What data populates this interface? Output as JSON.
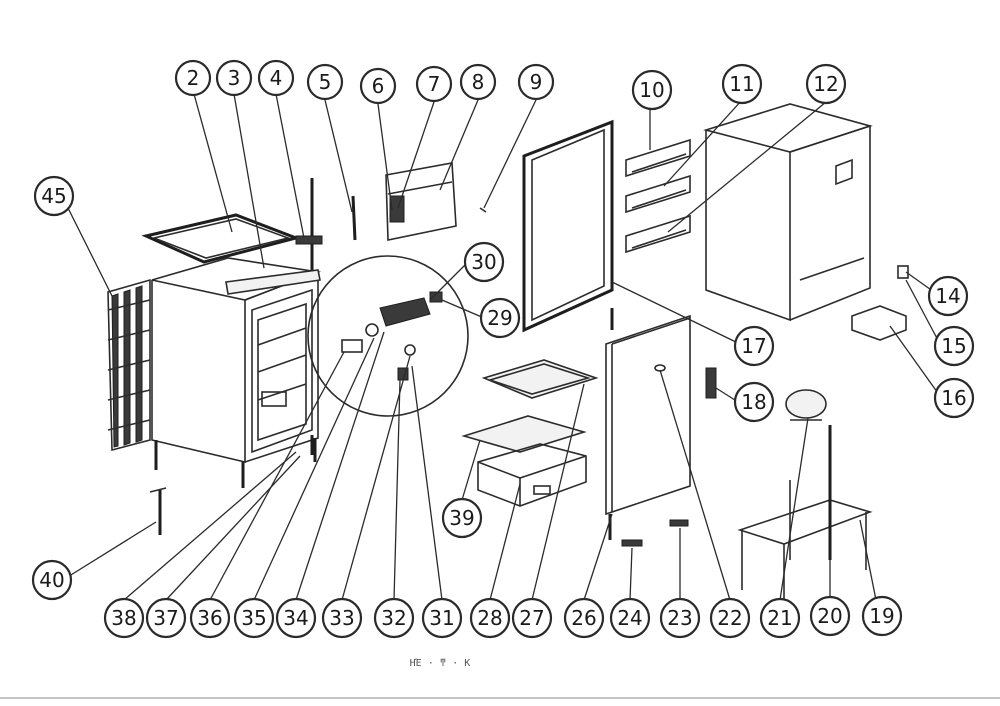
{
  "diagram": {
    "caption": "ΗΈ · ͳ · Κ",
    "callouts": [
      "2",
      "3",
      "4",
      "5",
      "6",
      "7",
      "8",
      "9",
      "10",
      "11",
      "12",
      "14",
      "15",
      "16",
      "17",
      "18",
      "19",
      "20",
      "21",
      "22",
      "23",
      "24",
      "26",
      "27",
      "28",
      "29",
      "30",
      "31",
      "32",
      "33",
      "34",
      "35",
      "36",
      "37",
      "38",
      "39",
      "40",
      "45"
    ]
  }
}
